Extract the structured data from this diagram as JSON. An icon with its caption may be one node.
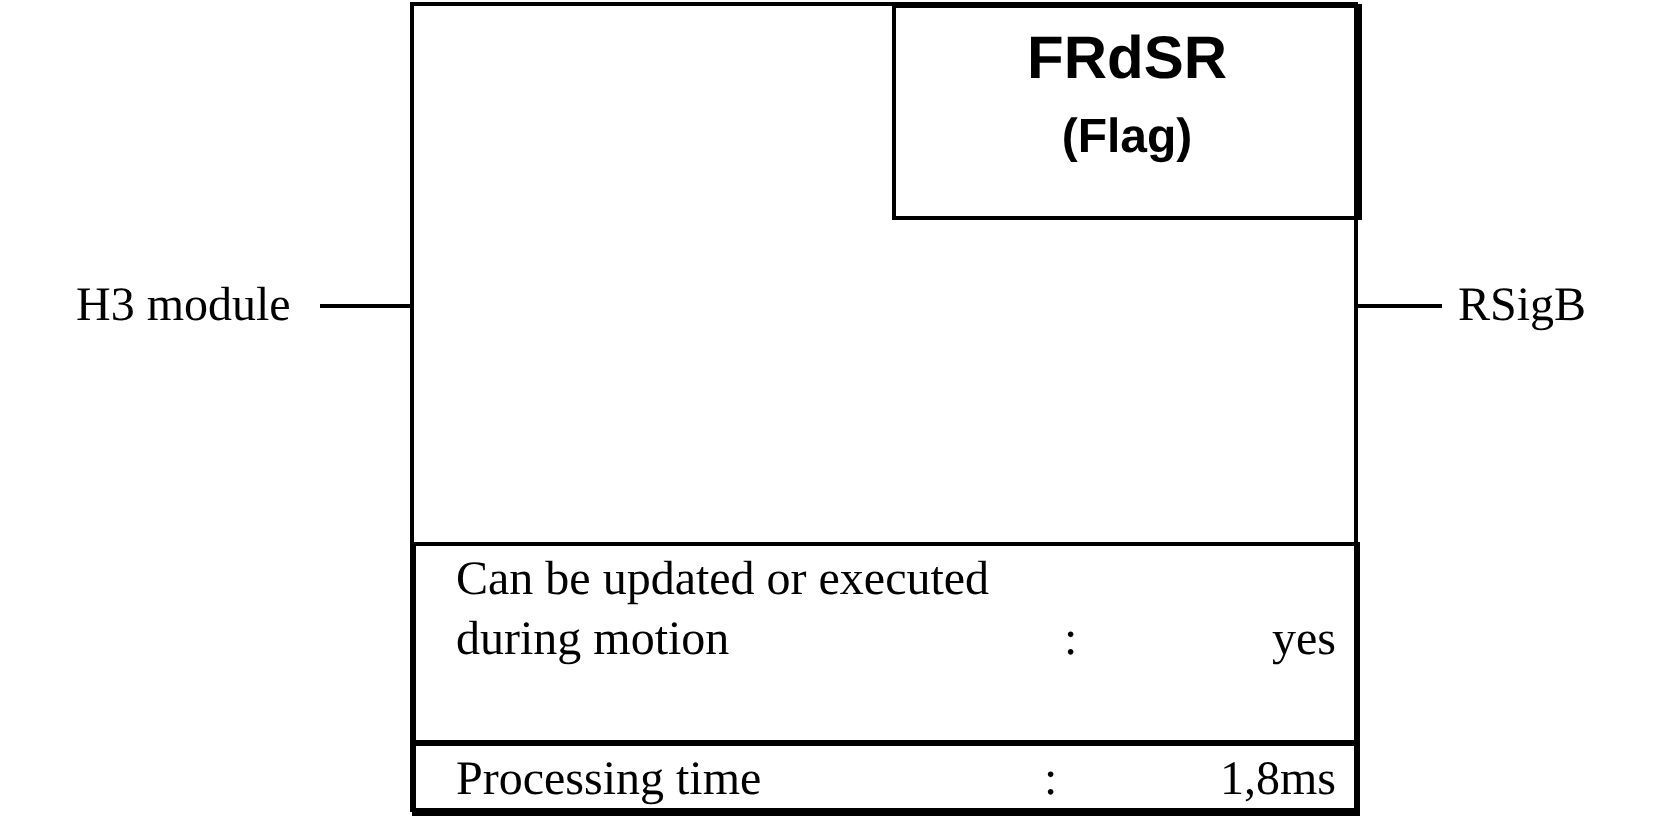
{
  "diagram": {
    "nodes": [
      {
        "text": [],
        "shape": "box"
      },
      {
        "text": [
          "FRdSR",
          "(Flag)"
        ],
        "in": 0
      },
      {
        "text": [
          "Can be updated or executed during motion",
          ":",
          "yes"
        ],
        "in": 0
      },
      {
        "text": [
          "Processing time",
          ":",
          "1,8ms"
        ],
        "in": 0
      },
      {
        "text": [
          "H3 module"
        ]
      },
      {
        "text": [
          "RSigB"
        ]
      }
    ],
    "edges": [
      {
        "from": 4,
        "to": 0,
        "arrow": "none"
      },
      {
        "from": 0,
        "to": 5,
        "arrow": "none"
      }
    ]
  }
}
